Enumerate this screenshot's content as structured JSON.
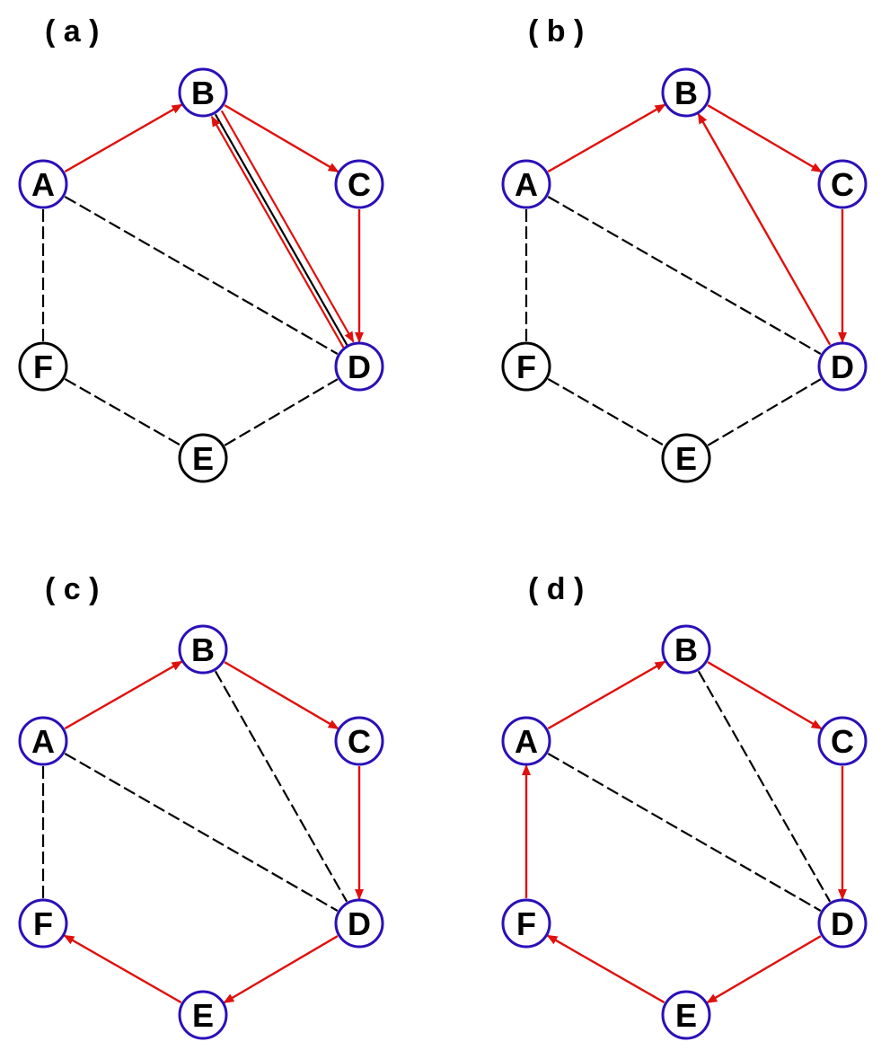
{
  "colors": {
    "visited_ring": "#2a10b8",
    "unvisited_ring": "#000000",
    "tree_edge": "#e0100c",
    "back_edge": "#000000"
  },
  "nodes": [
    "A",
    "B",
    "C",
    "D",
    "E",
    "F"
  ],
  "panels": [
    {
      "label": "( a )",
      "visited": [
        "A",
        "B",
        "C",
        "D"
      ],
      "edges": [
        {
          "from": "A",
          "to": "B",
          "style": "arrow"
        },
        {
          "from": "B",
          "to": "C",
          "style": "arrow"
        },
        {
          "from": "C",
          "to": "D",
          "style": "arrow"
        },
        {
          "from": "B",
          "to": "D",
          "style": "double-arrow"
        },
        {
          "from": "A",
          "to": "D",
          "style": "dashed"
        },
        {
          "from": "A",
          "to": "F",
          "style": "dashed"
        },
        {
          "from": "F",
          "to": "E",
          "style": "dashed"
        },
        {
          "from": "E",
          "to": "D",
          "style": "dashed"
        }
      ]
    },
    {
      "label": "( b )",
      "visited": [
        "A",
        "B",
        "C",
        "D"
      ],
      "edges": [
        {
          "from": "A",
          "to": "B",
          "style": "arrow"
        },
        {
          "from": "B",
          "to": "C",
          "style": "arrow"
        },
        {
          "from": "C",
          "to": "D",
          "style": "arrow"
        },
        {
          "from": "D",
          "to": "B",
          "style": "arrow"
        },
        {
          "from": "A",
          "to": "D",
          "style": "dashed"
        },
        {
          "from": "A",
          "to": "F",
          "style": "dashed"
        },
        {
          "from": "F",
          "to": "E",
          "style": "dashed"
        },
        {
          "from": "E",
          "to": "D",
          "style": "dashed"
        }
      ]
    },
    {
      "label": "( c )",
      "visited": [
        "A",
        "B",
        "C",
        "D",
        "E",
        "F"
      ],
      "edges": [
        {
          "from": "A",
          "to": "B",
          "style": "arrow"
        },
        {
          "from": "B",
          "to": "C",
          "style": "arrow"
        },
        {
          "from": "C",
          "to": "D",
          "style": "arrow"
        },
        {
          "from": "D",
          "to": "E",
          "style": "arrow"
        },
        {
          "from": "E",
          "to": "F",
          "style": "arrow"
        },
        {
          "from": "B",
          "to": "D",
          "style": "dashed"
        },
        {
          "from": "A",
          "to": "D",
          "style": "dashed"
        },
        {
          "from": "A",
          "to": "F",
          "style": "dashed"
        }
      ]
    },
    {
      "label": "( d )",
      "visited": [
        "A",
        "B",
        "C",
        "D",
        "E",
        "F"
      ],
      "edges": [
        {
          "from": "A",
          "to": "B",
          "style": "arrow"
        },
        {
          "from": "B",
          "to": "C",
          "style": "arrow"
        },
        {
          "from": "C",
          "to": "D",
          "style": "arrow"
        },
        {
          "from": "D",
          "to": "E",
          "style": "arrow"
        },
        {
          "from": "E",
          "to": "F",
          "style": "arrow"
        },
        {
          "from": "F",
          "to": "A",
          "style": "arrow"
        },
        {
          "from": "B",
          "to": "D",
          "style": "dashed"
        },
        {
          "from": "A",
          "to": "D",
          "style": "dashed"
        }
      ]
    }
  ]
}
